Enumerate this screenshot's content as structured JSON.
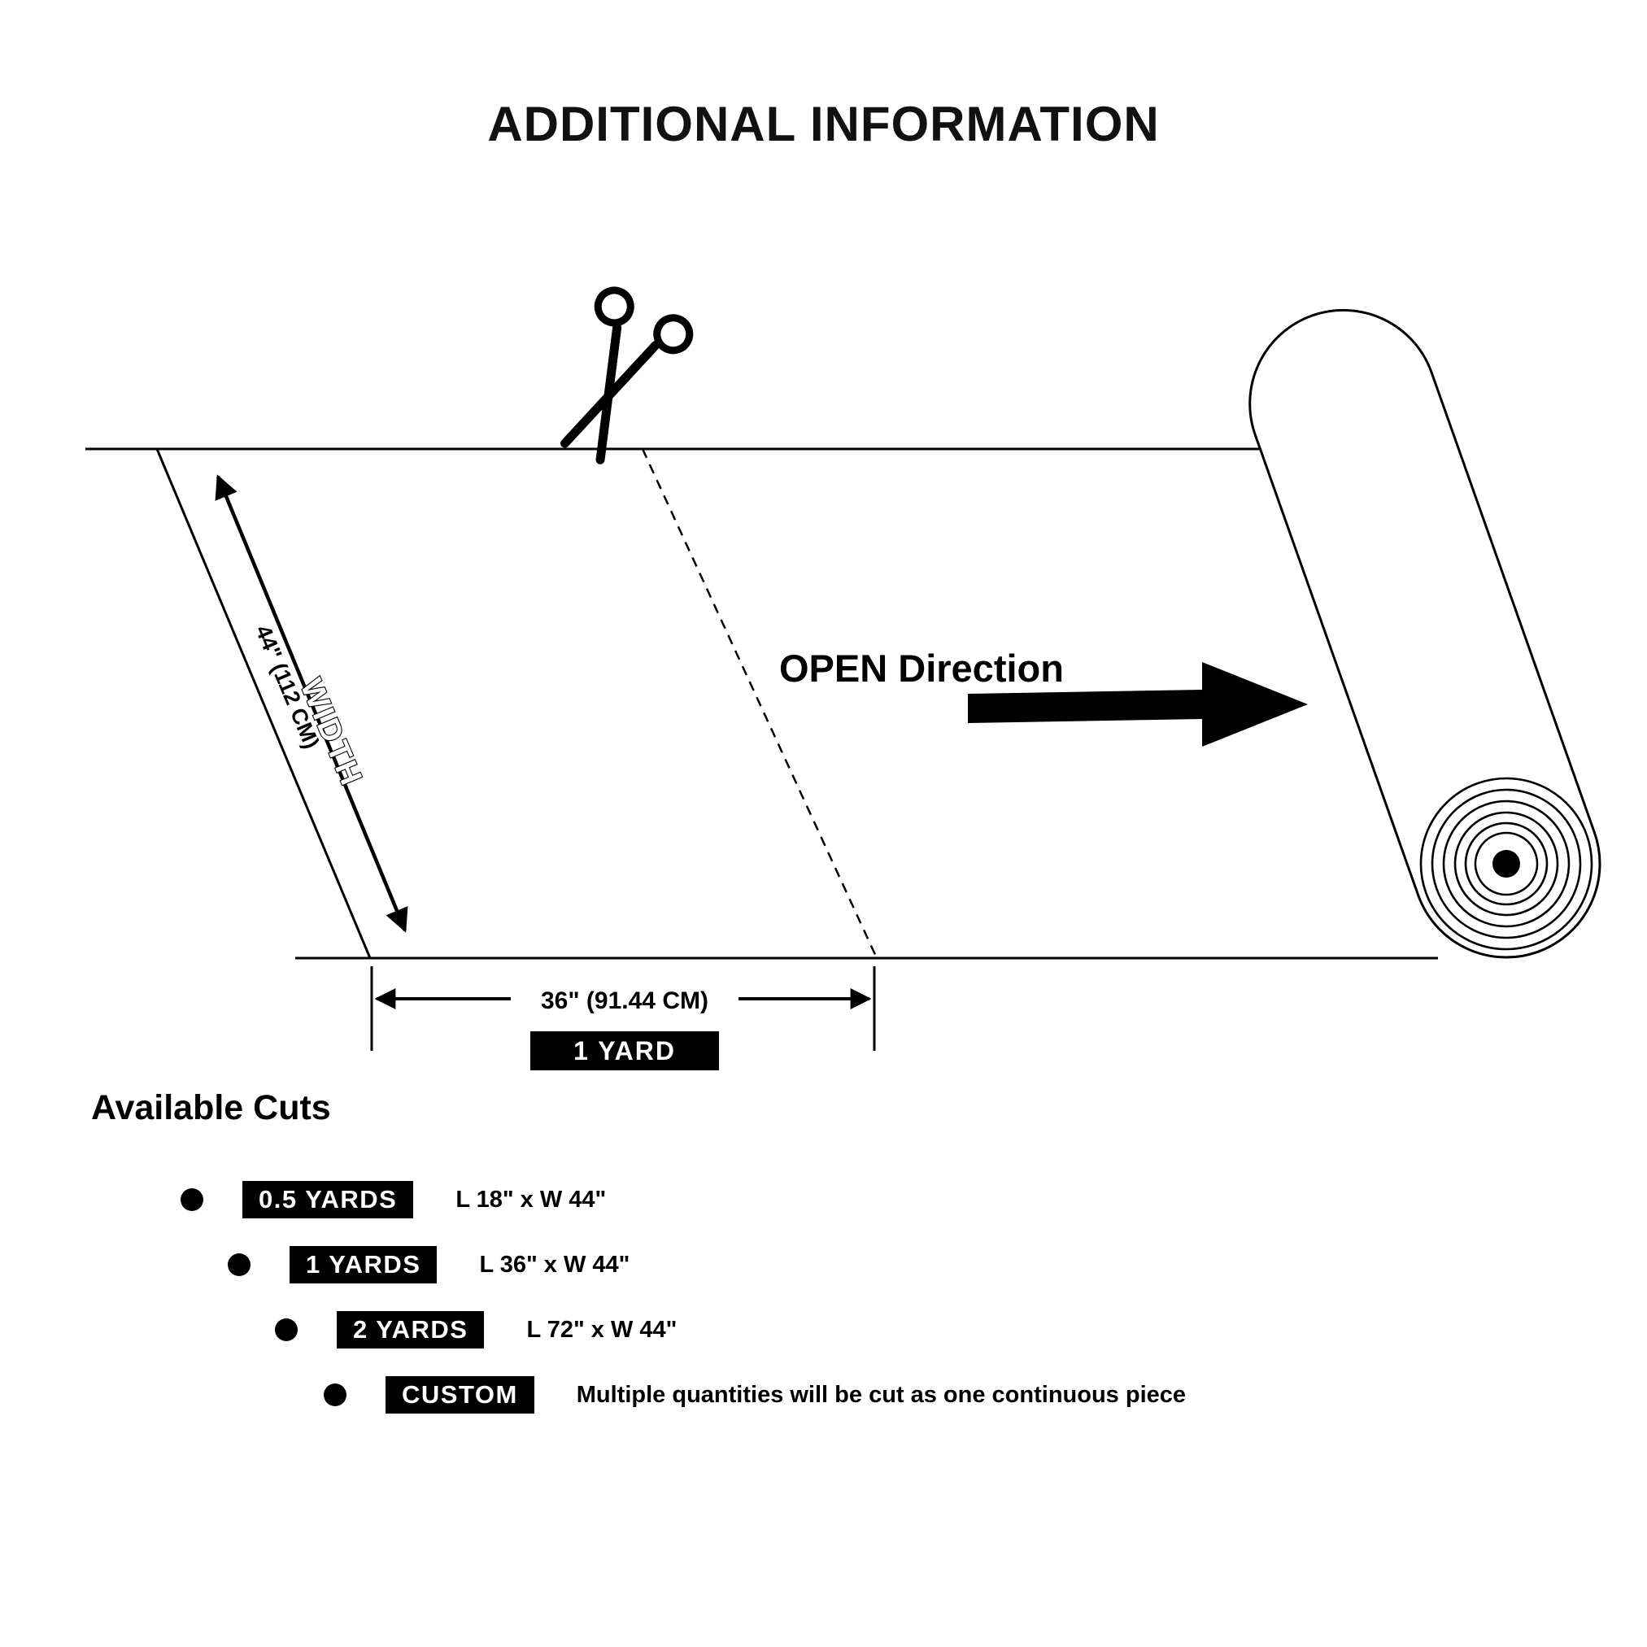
{
  "page": {
    "title": "ADDITIONAL INFORMATION"
  },
  "diagram": {
    "width_label": "44\" (112 CM)",
    "width_word": "WIDTH",
    "open_direction": "OPEN Direction",
    "length_label": "36\" (91.44 CM)",
    "yard_badge": "1 YARD",
    "line_color": "#000000",
    "fabric_fill": "#ffffff"
  },
  "cuts": {
    "heading": "Available Cuts",
    "items": [
      {
        "badge": "0.5 YARDS",
        "desc": "L 18\" x W 44\""
      },
      {
        "badge": "1 YARDS",
        "desc": "L 36\" x W 44\""
      },
      {
        "badge": "2 YARDS",
        "desc": "L 72\" x W 44\""
      },
      {
        "badge": "CUSTOM",
        "desc": "Multiple quantities will be cut as one continuous piece"
      }
    ]
  }
}
